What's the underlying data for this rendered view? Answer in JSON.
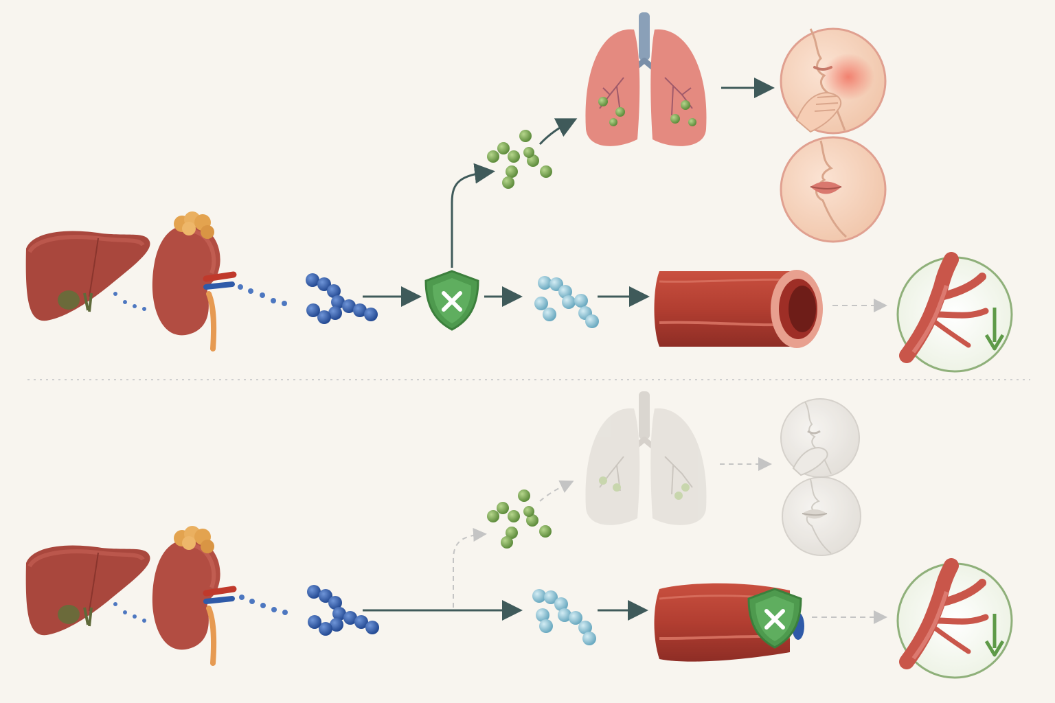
{
  "colors": {
    "background": "#f8f5ef",
    "organ_red": "#b8473c",
    "organ_red_light": "#d86b5c",
    "lung_pink": "#e48a80",
    "lung_faded": "#dcd8d2",
    "bead_dark_blue": "#2f5aa8",
    "bead_light_blue": "#8fc3d6",
    "bead_green": "#7ba357",
    "shield_green": "#4e9a4e",
    "arrow_dark": "#3f5a5a",
    "arrow_faded": "#c4c4c4",
    "divider": "#cfcfcf",
    "face_ring": "#e0a090",
    "result_ring_green": "#8fb07a"
  },
  "icons": [
    "liver-icon",
    "kidney-icon",
    "adrenal-gland-icon",
    "renal-vessels-icon",
    "blue-bead-chain-icon",
    "green-shield-x-icon",
    "light-blue-beads-icon",
    "green-particles-icon",
    "lungs-icon",
    "face-throat-discomfort-icon",
    "face-lips-icon",
    "blood-vessel-icon",
    "vessel-branch-down-arrow-icon"
  ],
  "pathways": [
    {
      "id": "upper",
      "blocker_on": "shield-at-junction",
      "lung_state": "active",
      "vessel_state": "open",
      "side_effects_visible": true,
      "result_trend": "decrease"
    },
    {
      "id": "lower",
      "blocker_on": "vessel",
      "lung_state": "faded",
      "vessel_state": "blocked",
      "side_effects_visible": false,
      "result_trend": "decrease"
    }
  ]
}
